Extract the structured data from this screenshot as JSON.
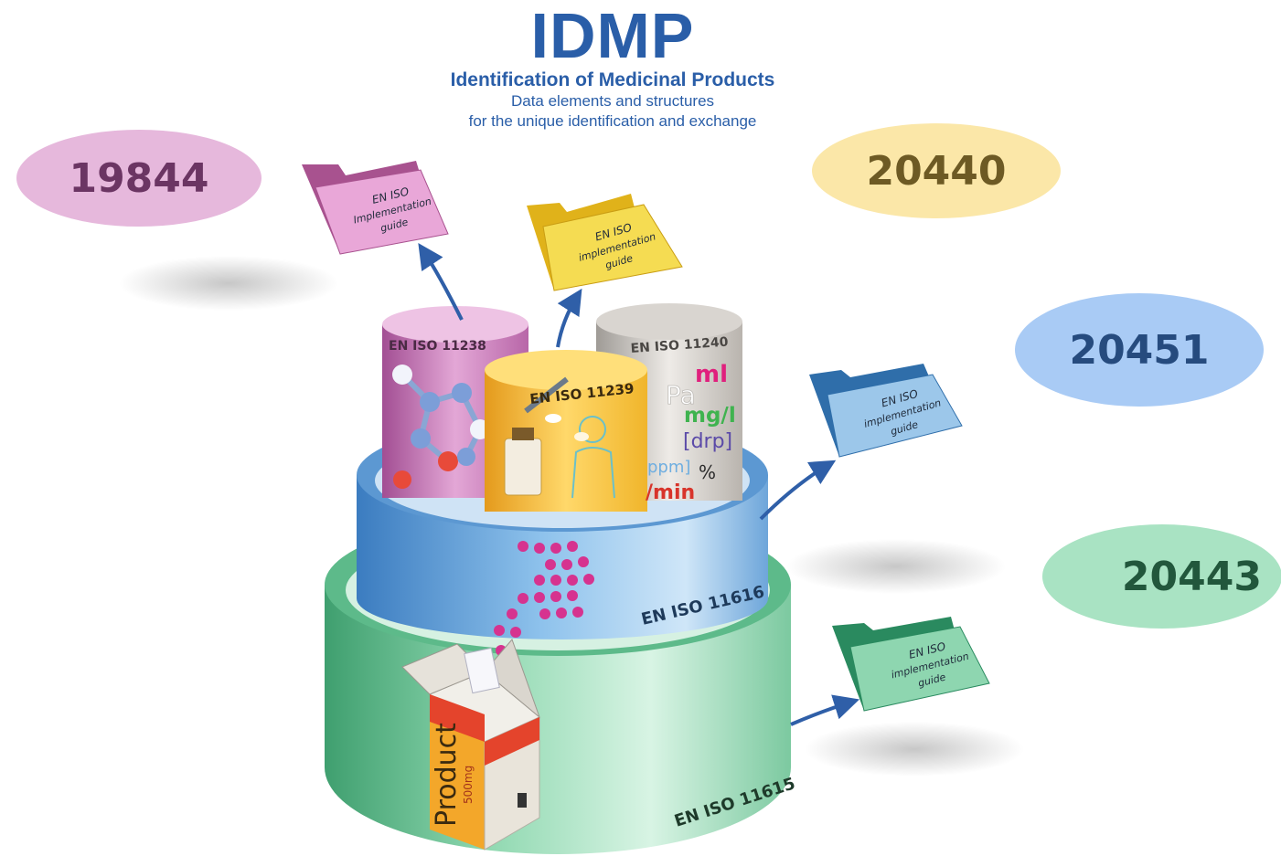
{
  "header": {
    "title": "IDMP",
    "subtitle": "Identification of Medicinal Products",
    "desc_line1": "Data elements and structures",
    "desc_line2": "for the unique identification and exchange"
  },
  "standards": [
    {
      "id": "19844",
      "color": "#e6b8dc",
      "text_color": "#6b3563"
    },
    {
      "id": "20440",
      "color": "#fbe7a8",
      "text_color": "#6d5a24"
    },
    {
      "id": "20451",
      "color": "#a9cbf5",
      "text_color": "#264b7e"
    },
    {
      "id": "20443",
      "color": "#a9e3c3",
      "text_color": "#22573c"
    }
  ],
  "folders": {
    "line1": "EN ISO",
    "line2": "Implementation",
    "line3": "guide",
    "line2_alt": "implementation",
    "line2_alt2": "implementation"
  },
  "cylinders": {
    "c11238": "EN ISO 11238",
    "c11239": "EN ISO 11239",
    "c11240": "EN ISO 11240",
    "c11616": "EN ISO 11616",
    "c11615": "EN ISO 11615"
  },
  "units": {
    "ml": "ml",
    "pa": "Pa",
    "mgl": "mg/l",
    "drp": "[drp]",
    "ppm": "ppm]",
    "pct": "%",
    "min": "/min"
  },
  "product": {
    "name": "Product",
    "dose": "500mg"
  },
  "colors": {
    "blue_text": "#2a5ea8",
    "pink": "#c978b7",
    "yellow": "#f2c93a",
    "gray": "#bdb9b4",
    "blue": "#6fa6d8",
    "green": "#5fbf8f",
    "arrow": "#2f5fa8"
  }
}
